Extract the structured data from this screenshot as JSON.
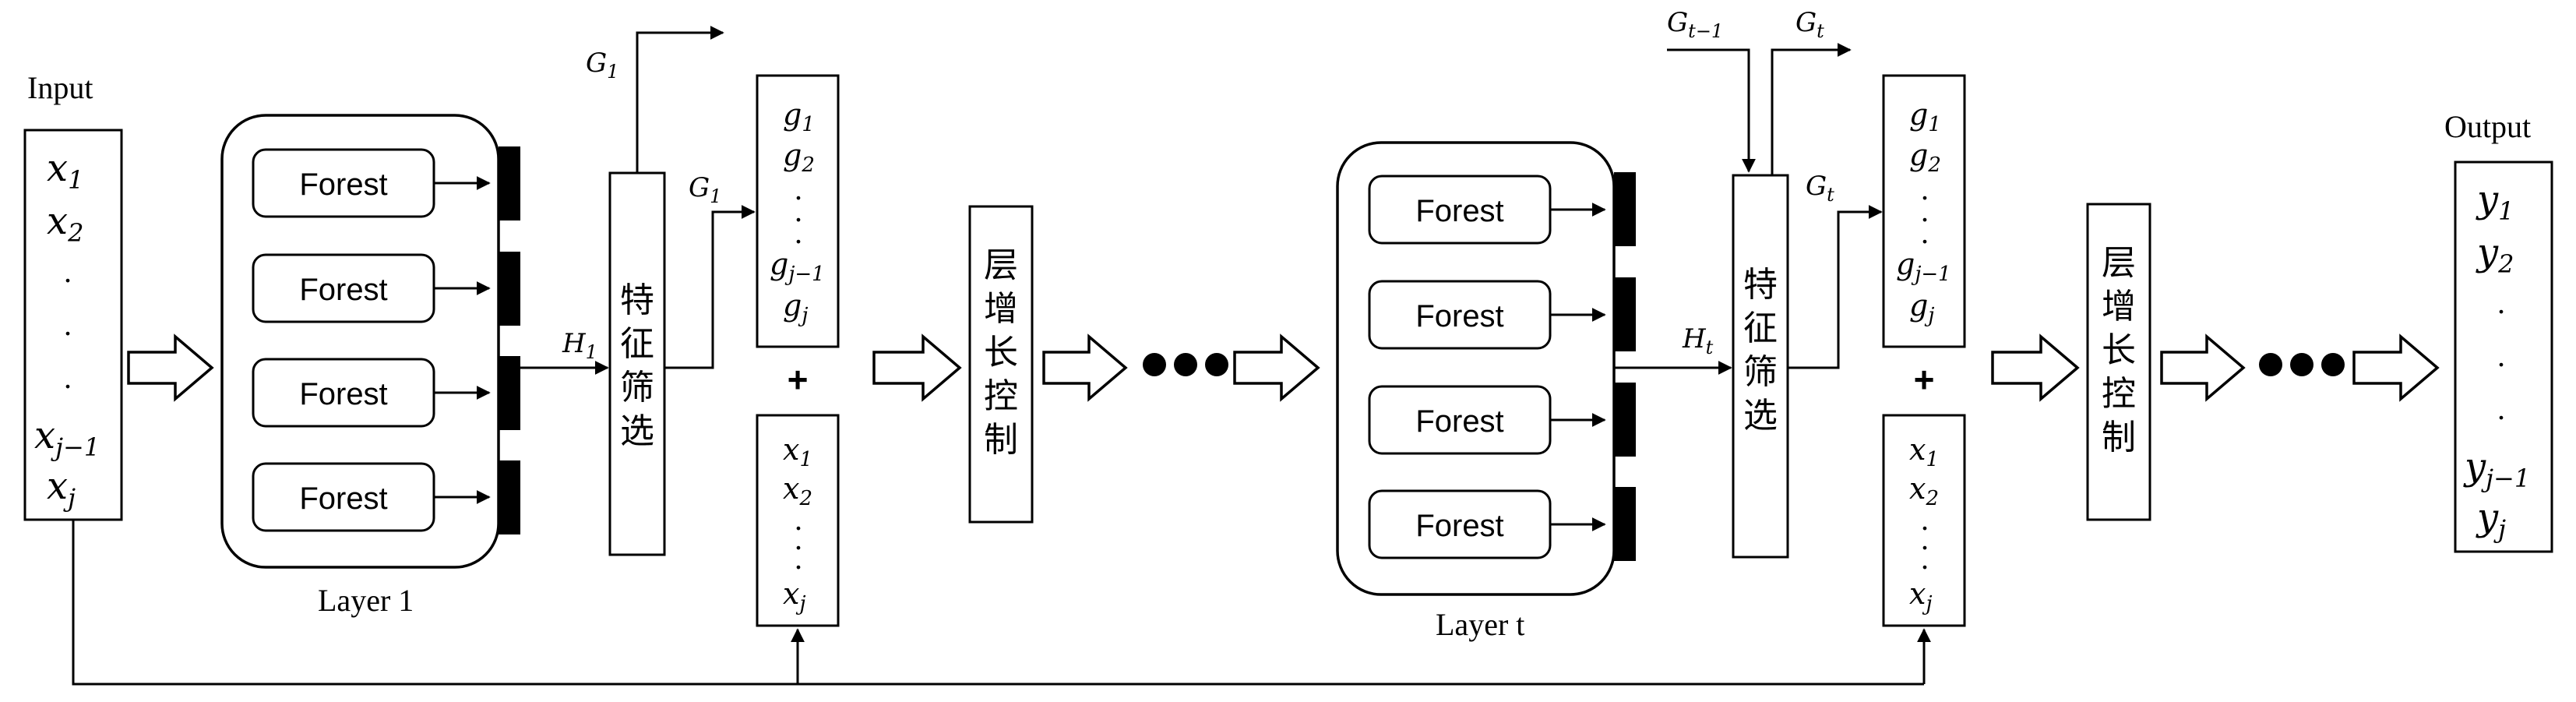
{
  "input_label": "Input",
  "output_label": "Output",
  "forest_label": "Forest",
  "layer1_label": "Layer 1",
  "layert_label": "Layer t",
  "feature_select": [
    "特",
    "征",
    "筛",
    "选"
  ],
  "growth_control": [
    "层",
    "增",
    "长",
    "控",
    "制"
  ],
  "plus": "+",
  "dot": ".",
  "sub_jm1": "j−1",
  "sym": {
    "x": "x",
    "y": "y",
    "g": "g",
    "G": "G",
    "H": "H",
    "s1": "1",
    "s2": "2",
    "sj": "j",
    "st": "t",
    "stm1": "t−1"
  },
  "colors": {
    "line": "#000000",
    "fill": "#ffffff"
  }
}
